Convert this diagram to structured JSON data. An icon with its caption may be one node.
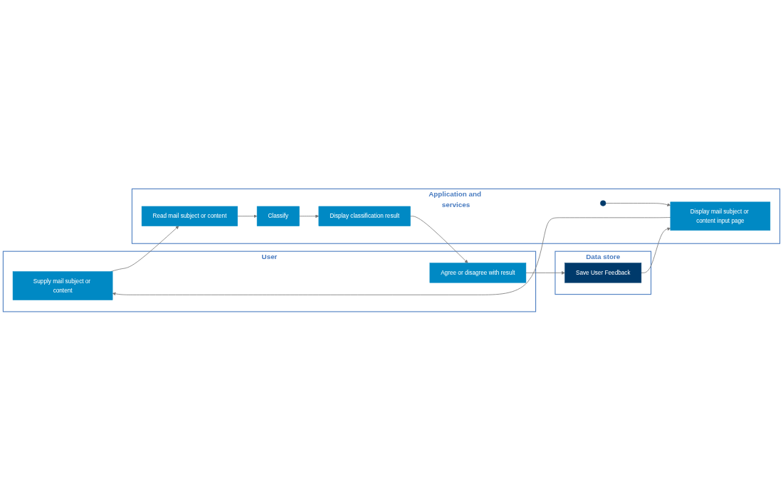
{
  "diagram": {
    "nodes": [
      {
        "text": [
          "User"
        ]
      },
      {
        "text": [
          "Application and services"
        ]
      },
      {
        "text": [
          "Data store"
        ]
      },
      {
        "text": [],
        "shape": "circle",
        "in": 1
      },
      {
        "text": [
          "Display mail subject or content input page"
        ],
        "in": 1
      },
      {
        "text": [
          "Supply mail subject or content"
        ],
        "in": 0
      },
      {
        "text": [
          "Read mail subject or content"
        ],
        "in": 1
      },
      {
        "text": [
          "Classify"
        ],
        "in": 1
      },
      {
        "text": [
          "Display classification result"
        ],
        "in": 1
      },
      {
        "text": [
          "Agree or disagree with result"
        ],
        "in": 0
      },
      {
        "text": [
          "Save User Feedback"
        ],
        "in": 2
      }
    ],
    "edges": [
      {
        "from": 3,
        "to": 4,
        "arrow": "to"
      },
      {
        "from": 4,
        "to": 5,
        "arrow": "to"
      },
      {
        "from": 5,
        "to": 6,
        "arrow": "to"
      },
      {
        "from": 6,
        "to": 7,
        "arrow": "to"
      },
      {
        "from": 7,
        "to": 8,
        "arrow": "to"
      },
      {
        "from": 8,
        "to": 9,
        "arrow": "to"
      },
      {
        "from": 9,
        "to": 10,
        "arrow": "to"
      },
      {
        "from": 10,
        "to": 4,
        "arrow": "to"
      }
    ]
  }
}
